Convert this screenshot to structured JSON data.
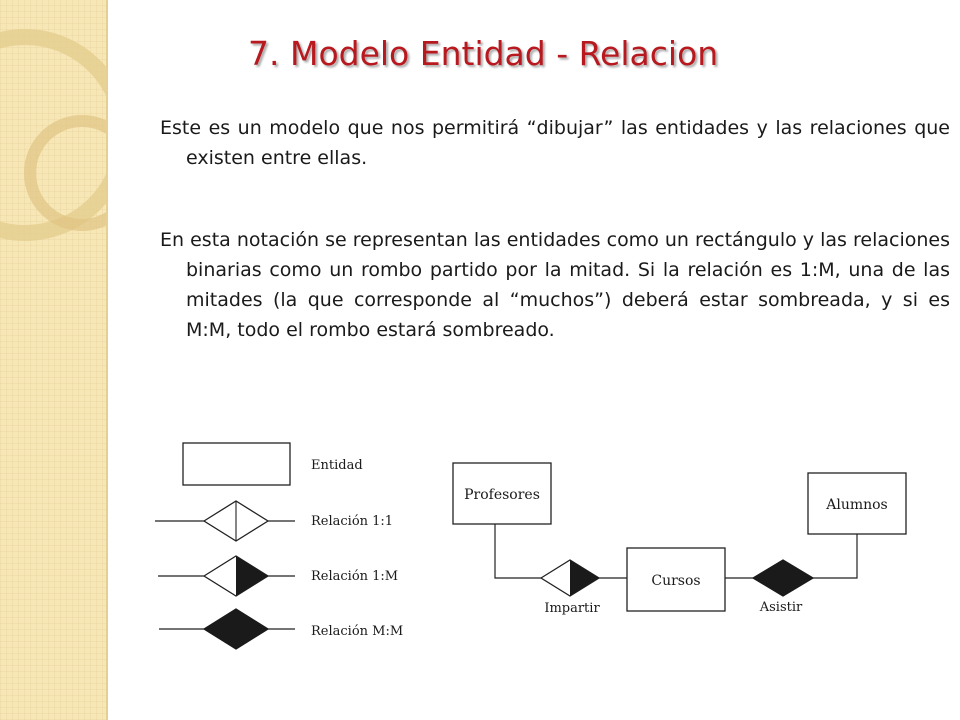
{
  "slide": {
    "title": "7.  Modelo Entidad - Relacion",
    "paragraph_1": "Este es un modelo que nos permitirá “dibujar” las entidades y las relaciones que existen entre ellas.",
    "paragraph_2": "En esta notación se representan las entidades como un rectángulo y las relaciones binarias como un rombo partido por la mitad. Si la relación es 1:M, una de las  mitades (la que corresponde al “muchos”) deberá estar sombreada, y si es M:M, todo el rombo estará sombreado."
  },
  "legend": {
    "entity_label": "Entidad",
    "rel_1_1_label": "Relación 1:1",
    "rel_1_m_label": "Relación 1:M",
    "rel_m_m_label": "Relación M:M"
  },
  "example": {
    "entity_profesores": "Profesores",
    "entity_alumnos": "Alumnos",
    "entity_cursos": "Cursos",
    "rel_impartir": "Impartir",
    "rel_asistir": "Asistir"
  },
  "colors": {
    "title": "#b8191f",
    "band": "#f7e6b6",
    "shade": "#1a1a1a"
  }
}
